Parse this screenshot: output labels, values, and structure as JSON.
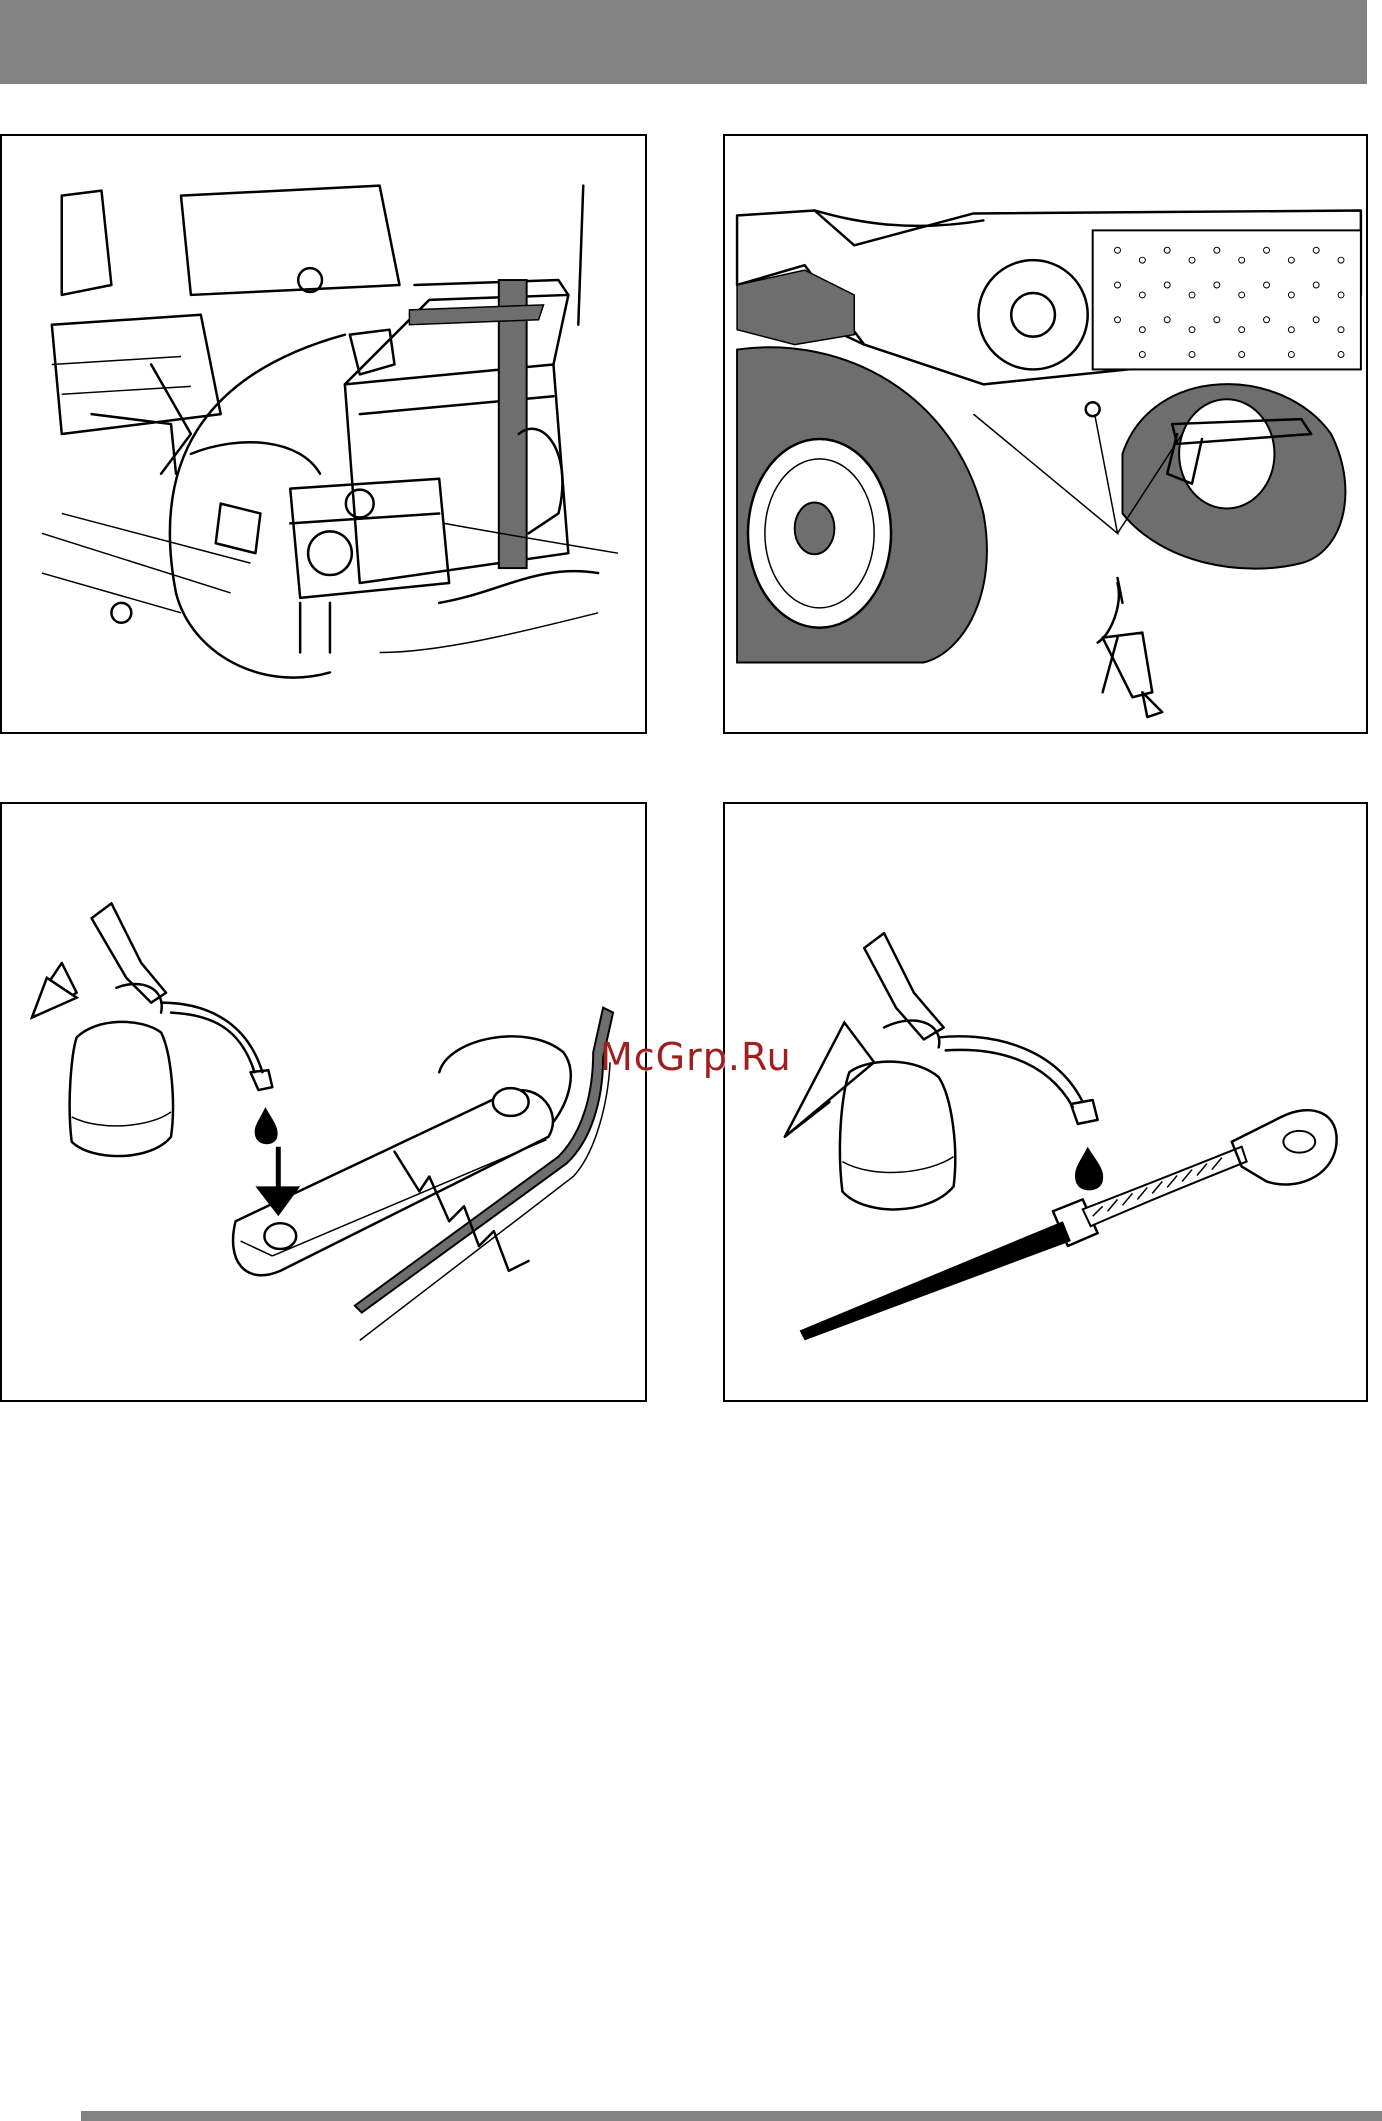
{
  "watermark": {
    "text": "McGrp.Ru",
    "color": "#a11e1e"
  },
  "colors": {
    "header_bar": "#838383",
    "footer_bar": "#838383",
    "belt": "#6e6e6e"
  },
  "figures": [
    {
      "id": "fig-1",
      "subject": "battery-and-engine-compartment"
    },
    {
      "id": "fig-2",
      "subject": "wheel-grease-nipple-and-grease-gun"
    },
    {
      "id": "fig-3",
      "subject": "oil-can-on-linkage-arm"
    },
    {
      "id": "fig-4",
      "subject": "oil-can-on-control-cable"
    }
  ]
}
